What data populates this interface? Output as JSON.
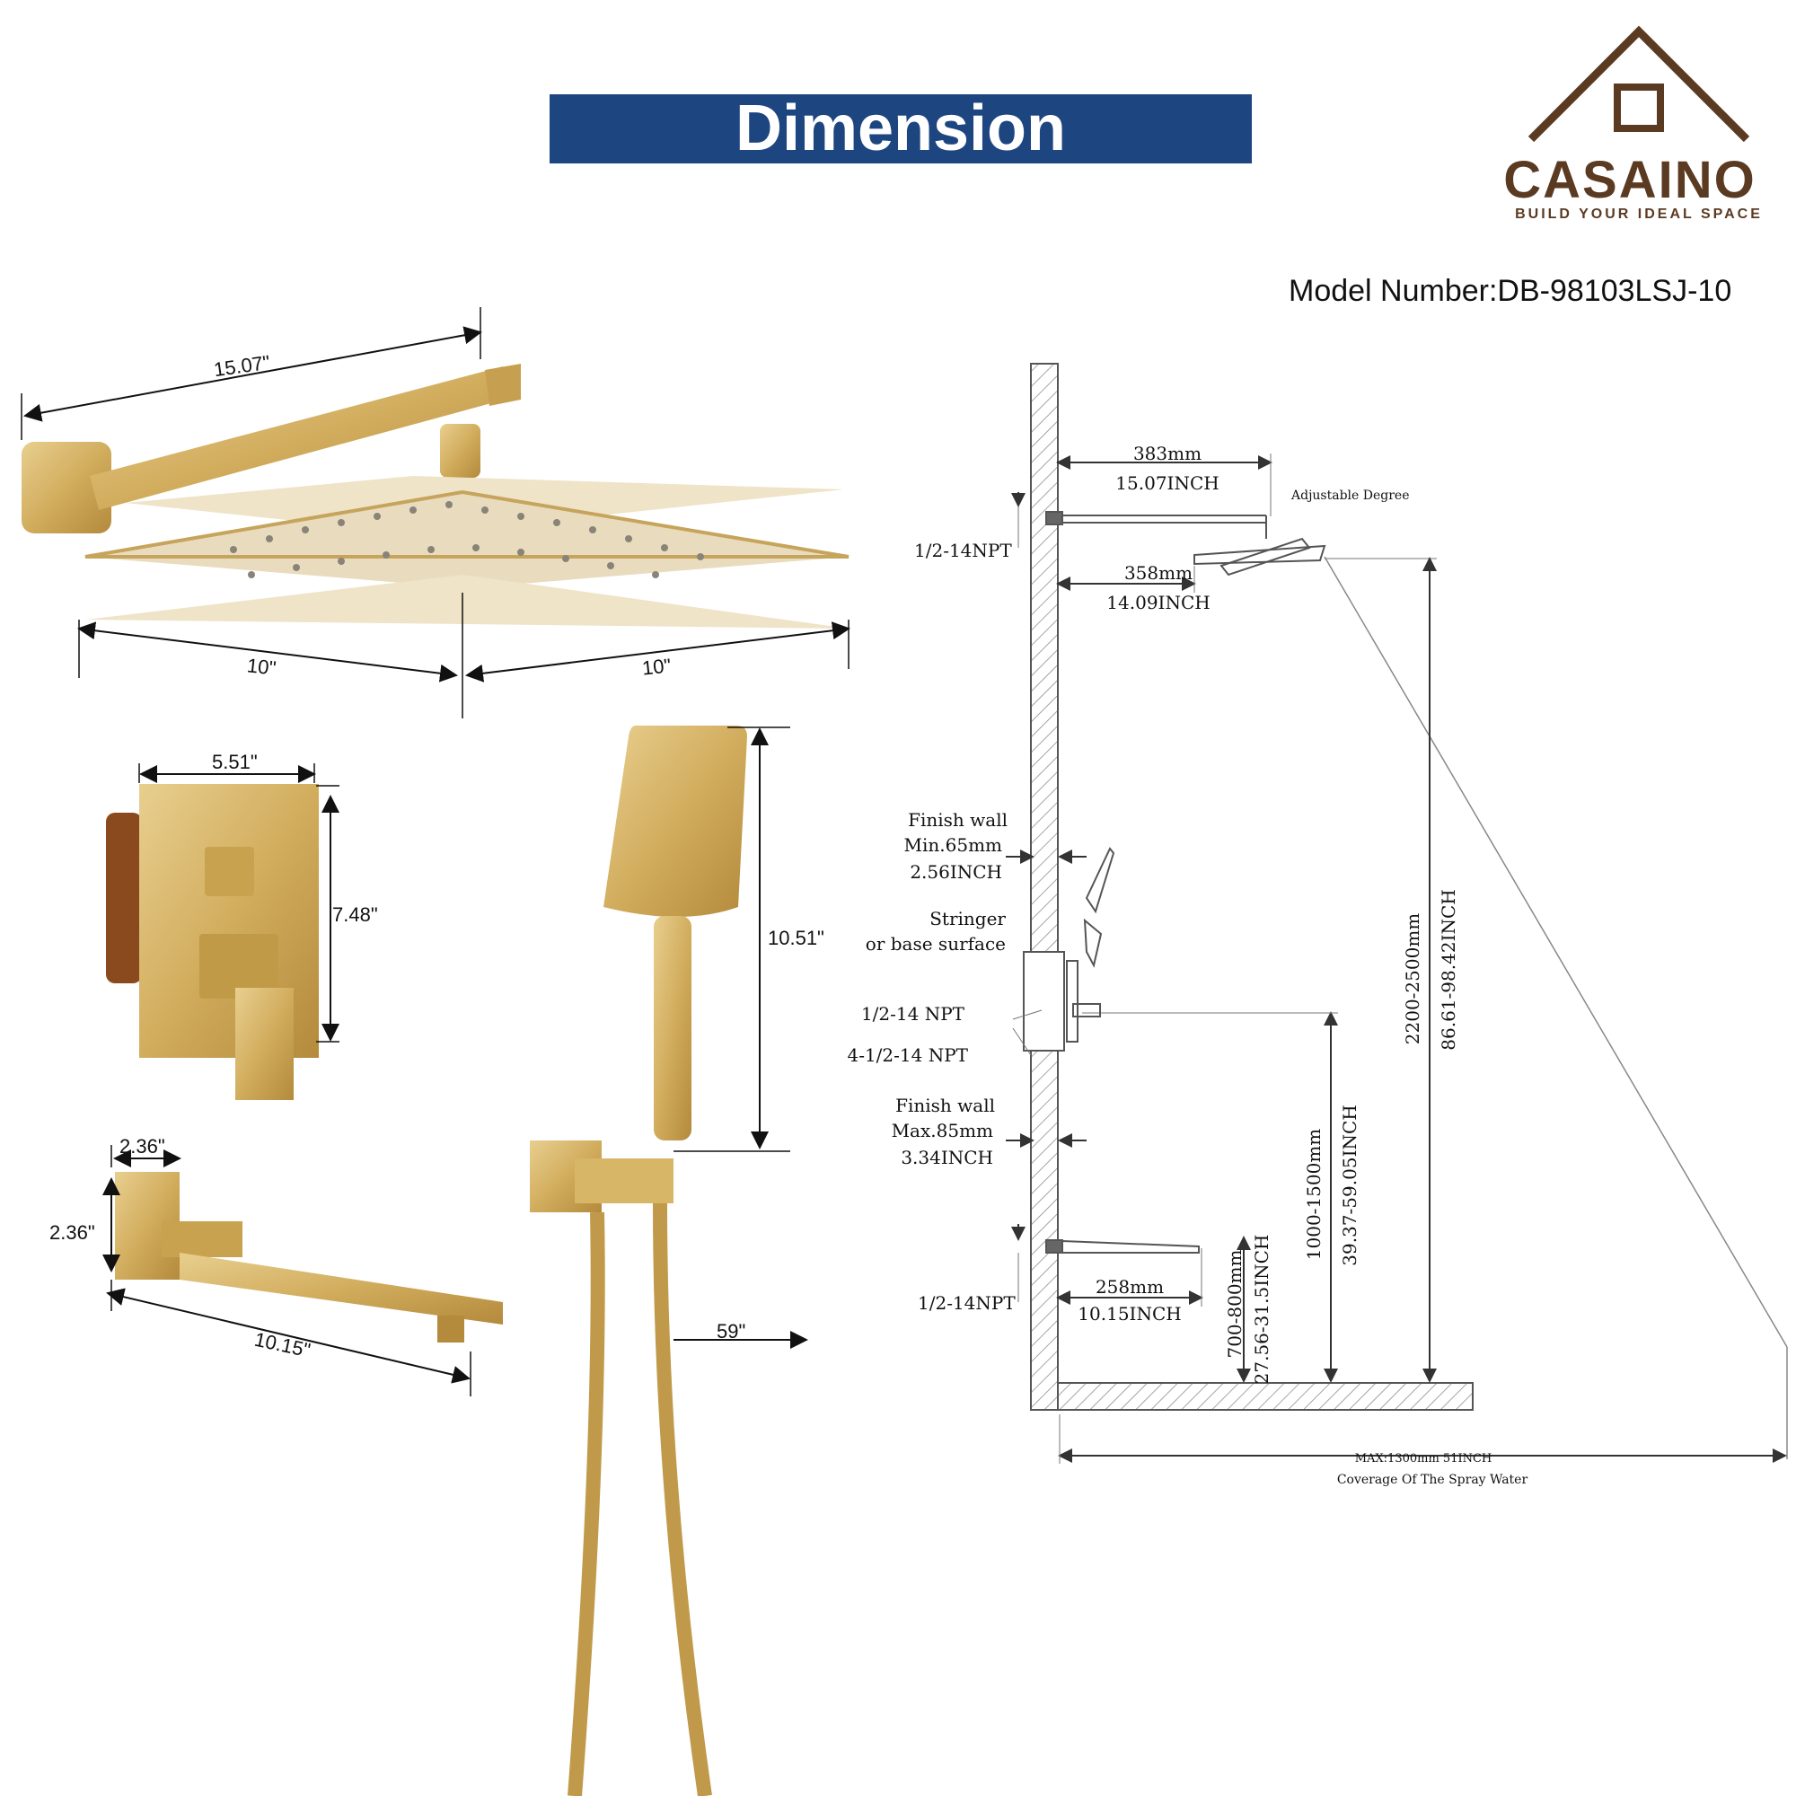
{
  "banner": {
    "title": "Dimension"
  },
  "logo": {
    "name": "CASAINO",
    "tagline": "BUILD YOUR IDEAL SPACE"
  },
  "model": {
    "label": "Model Number:DB-98103LSJ-10"
  },
  "photo_dims": {
    "arm_length": "15.07\"",
    "head_left": "10\"",
    "head_right": "10\"",
    "plate_width": "5.51\"",
    "plate_height": "7.48\"",
    "spout_width": "2.36\"",
    "spout_height": "2.36\"",
    "spout_length": "10.15\"",
    "handheld_height": "10.51\"",
    "hose_length": "59\""
  },
  "drawing": {
    "arm_mm": "383mm",
    "arm_inch": "15.07INCH",
    "head_mm": "358mm",
    "head_inch": "14.09INCH",
    "adjustable": "Adjustable Degree",
    "npt_top": "1/2-14NPT",
    "finish_min_1": "Finish wall",
    "finish_min_2": "Min.65mm",
    "finish_min_3": "2.56INCH",
    "stringer_1": "Stringer",
    "stringer_2": "or base surface",
    "npt_mid": "1/2-14 NPT",
    "npt_mid4": "4-1/2-14 NPT",
    "finish_max_1": "Finish wall",
    "finish_max_2": "Max.85mm",
    "finish_max_3": "3.34INCH",
    "npt_bottom": "1/2-14NPT",
    "spout_mm": "258mm",
    "spout_inch": "10.15INCH",
    "height_head_mm": "2200-2500mm",
    "height_head_inch": "86.61-98.42INCH",
    "height_valve_mm": "1000-1500mm",
    "height_valve_inch": "39.37-59.05INCH",
    "height_spout_mm": "700-800mm",
    "height_spout_inch": "27.56-31.5INCH",
    "coverage_max": "MAX:1300mm 51INCH",
    "coverage_label": "Coverage Of The Spray Water"
  },
  "colors": {
    "banner": "#1d4580",
    "gold": "#d4b062",
    "brown": "#5b3a22"
  }
}
